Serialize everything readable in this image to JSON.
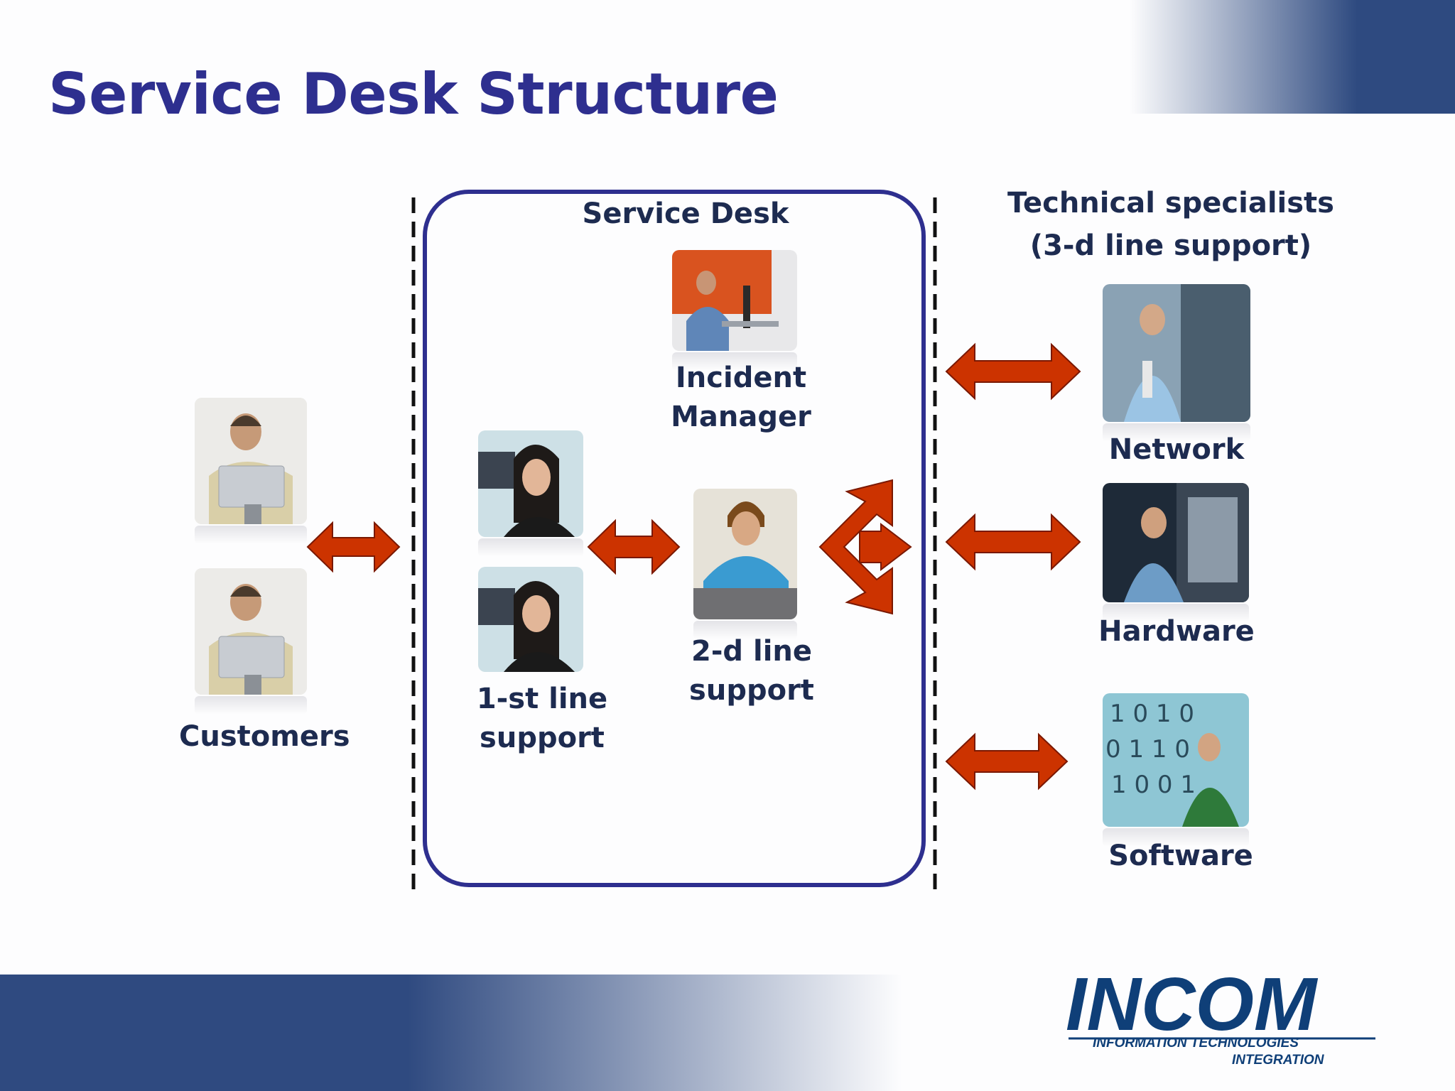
{
  "slide": {
    "title": "Service Desk Structure"
  },
  "service_desk": {
    "label": "Service Desk",
    "incident_manager": "Incident\nManager",
    "first_line": "1-st line\nsupport",
    "second_line": "2-d line\nsupport"
  },
  "customers": {
    "label": "Customers"
  },
  "specialists": {
    "heading": "Technical specialists\n(3-d line support)",
    "network": "Network",
    "hardware": "Hardware",
    "software": "Software"
  },
  "logo": {
    "brand": "INCOM",
    "tagline_1": "INFORMATION TECHNOLOGIES",
    "tagline_2": "INTEGRATION"
  },
  "colors": {
    "title": "#2e2f8f",
    "frame": "#2e2f8f",
    "arrow_fill": "#cc3300",
    "banner": "#2e4a80"
  }
}
